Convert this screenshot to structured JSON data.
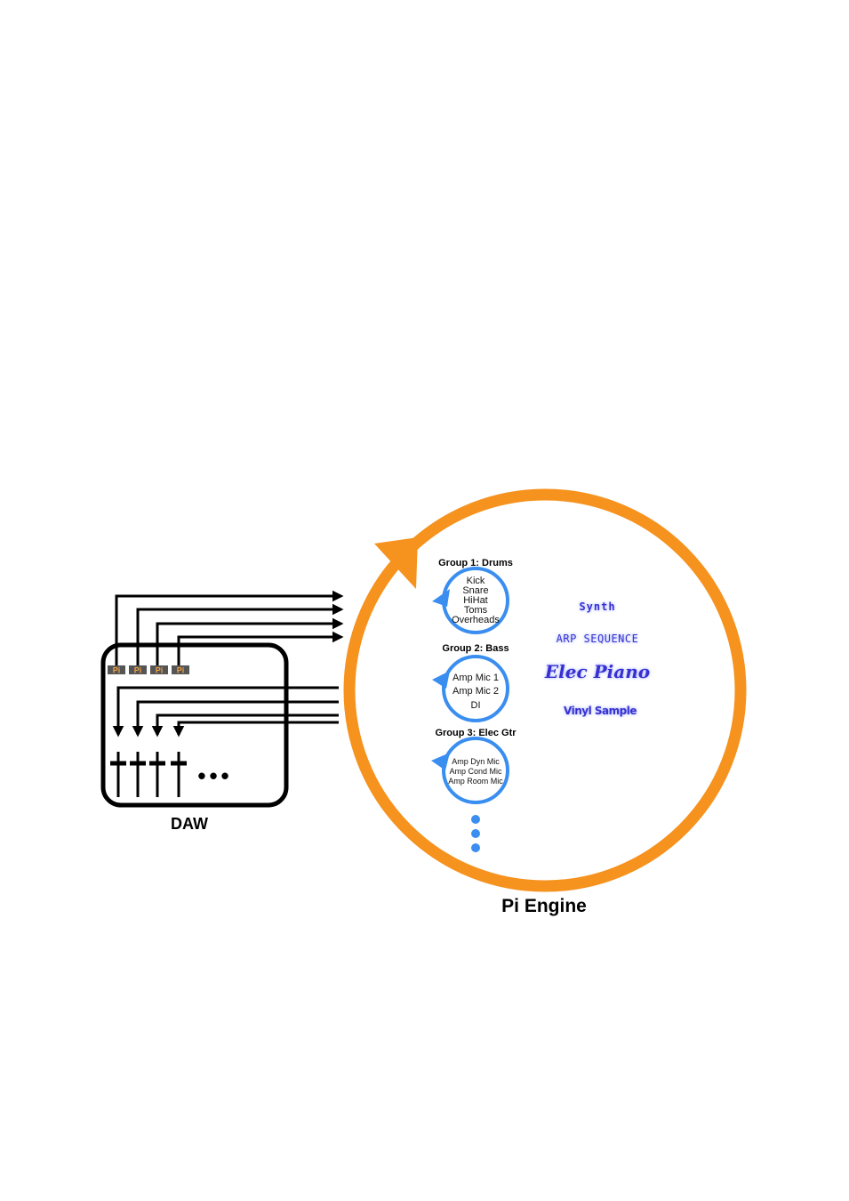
{
  "daw": {
    "label": "DAW",
    "plugin_tags": [
      "Pi",
      "Pi",
      "Pi",
      "Pi"
    ],
    "more": "•••"
  },
  "engine": {
    "label": "Pi Engine",
    "groups": [
      {
        "title": "Group 1: Drums",
        "items": [
          "Kick",
          "Snare",
          "HiHat",
          "Toms",
          "Overheads"
        ]
      },
      {
        "title": "Group 2: Bass",
        "items": [
          "Amp Mic 1",
          "Amp Mic 2",
          "DI"
        ]
      },
      {
        "title": "Group 3: Elec Gtr",
        "items": [
          "Amp Dyn Mic",
          "Amp Cond Mic",
          "Amp Room Mic"
        ]
      }
    ],
    "sources": [
      "Synth",
      "ARP SEQUENCE",
      "Elec Piano",
      "Vinyl Sample"
    ]
  },
  "colors": {
    "engine_ring": "#f6921e",
    "group_ring": "#3a8ef0",
    "source_text": "#3a2fd0",
    "source_glow": "#8aa0ff",
    "plugin_tag_bg": "#555555",
    "plugin_tag_text": "#f0a040",
    "line": "#000000"
  }
}
